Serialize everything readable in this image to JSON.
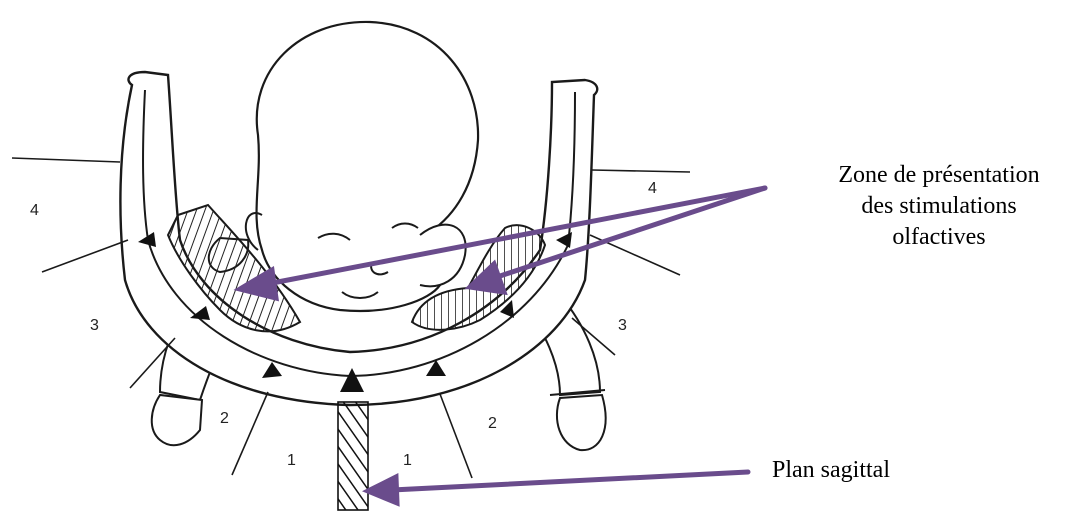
{
  "labels": {
    "zone_line1": "Zone de présentation",
    "zone_line2": "des stimulations",
    "zone_line3": "olfactives",
    "plan": "Plan sagittal"
  },
  "sector_numbers": {
    "left_4": "4",
    "left_3": "3",
    "left_2": "2",
    "left_1": "1",
    "right_1": "1",
    "right_2": "2",
    "right_3": "3",
    "right_4": "4"
  },
  "colors": {
    "arrow": "#6a4c8c",
    "ink": "#1a1a1a"
  }
}
